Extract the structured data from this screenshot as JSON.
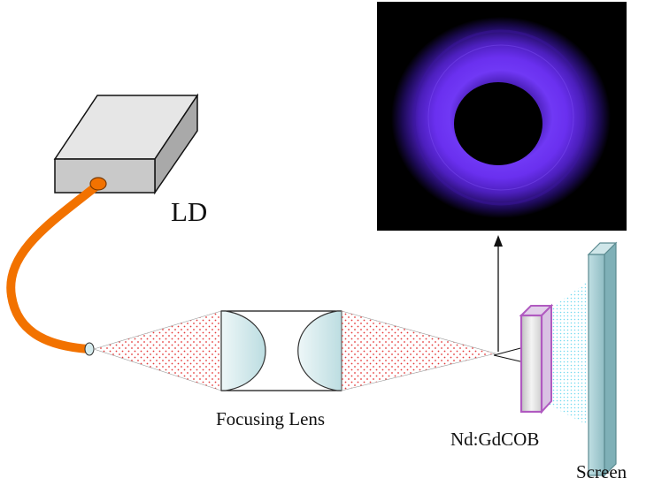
{
  "labels": {
    "laser_diode": "LD",
    "focusing_lens": "Focusing Lens",
    "crystal": "Nd:GdCOB",
    "screen": "Screen"
  },
  "colors": {
    "fiber": "#f27200",
    "beam_pump": "#e53a3a",
    "beam_output": "#6fd8ef",
    "lens": "#d6ecee",
    "crystal_edge": "#b05ac0",
    "screen": "#a6cdd3",
    "ring": "#6a2cf0",
    "inset_background": "#000000"
  },
  "icons": {
    "ld_box": "ld-box-icon",
    "lens": "plano-convex-lens-icon",
    "crystal": "crystal-block-icon",
    "screen": "screen-panel-icon",
    "beam_profile": "donut-beam-profile"
  }
}
